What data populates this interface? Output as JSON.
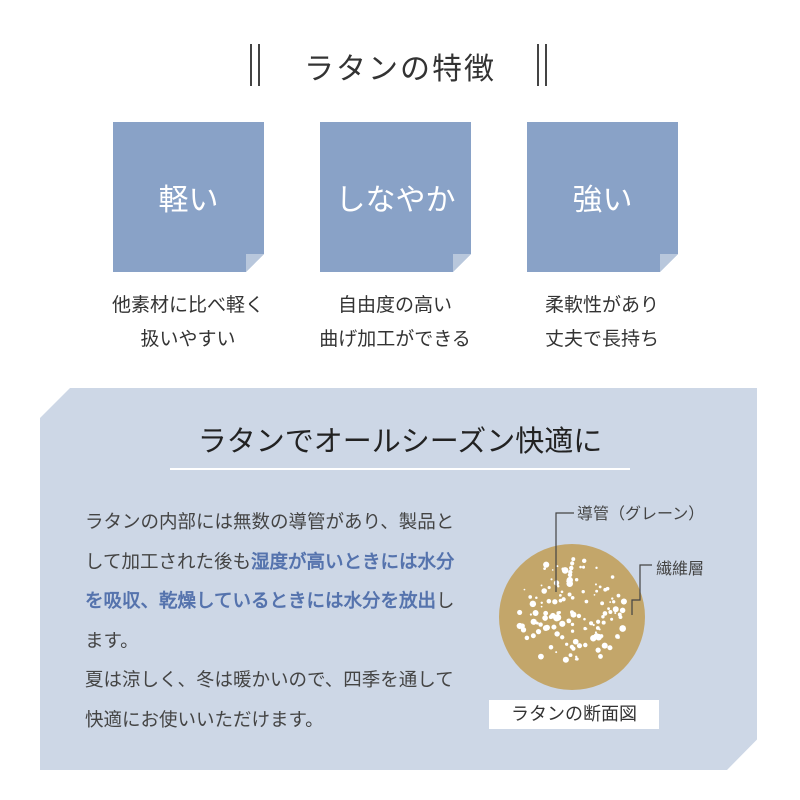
{
  "title": "ラタンの特徴",
  "features": [
    {
      "label": "軽い",
      "desc1": "他素材に比べ軽く",
      "desc2": "扱いやすい"
    },
    {
      "label": "しなやか",
      "desc1": "自由度の高い",
      "desc2": "曲げ加工ができる"
    },
    {
      "label": "強い",
      "desc1": "柔軟性があり",
      "desc2": "丈夫で長持ち"
    }
  ],
  "section": {
    "title": "ラタンでオールシーズン快適に",
    "p1": "ラタンの内部には無数の導管があり、製品として加工された後も",
    "p1_hl": "湿度が高いときには水分を吸収、乾燥しているときには水分を放出",
    "p1_end": "します。",
    "p2": "夏は涼しく、冬は暖かいので、四季を通して快適にお使いいただけます。"
  },
  "diagram": {
    "label_vessel": "導管（グレーン）",
    "label_fiber": "繊維層",
    "caption": "ラタンの断面図",
    "circle_color": "#c3a66a"
  },
  "colors": {
    "square": "#89a2c7",
    "panel": "#cdd7e6",
    "highlight": "#5573ad"
  }
}
